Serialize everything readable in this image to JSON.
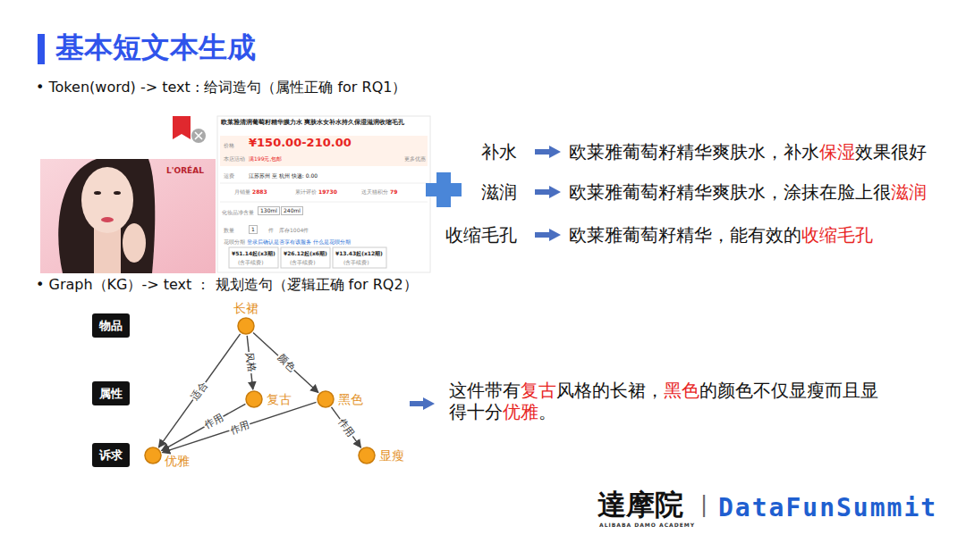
{
  "diagram": {
    "title": "基本短文本生成",
    "nodes": [
      {
        "text": [
          "物品"
        ]
      },
      {
        "text": [
          "长裙"
        ]
      },
      {
        "text": [
          "属性"
        ]
      },
      {
        "text": [
          "复古"
        ]
      },
      {
        "text": [
          "黑色"
        ]
      },
      {
        "text": [
          "诉求"
        ]
      },
      {
        "text": [
          "优雅"
        ]
      },
      {
        "text": [
          "显瘦"
        ]
      }
    ],
    "edges": [
      {
        "from": 1,
        "to": 3,
        "label": "风格",
        "arrow": "to"
      },
      {
        "from": 1,
        "to": 4,
        "label": "颜色",
        "arrow": "to"
      },
      {
        "from": 1,
        "to": 6,
        "label": "适合",
        "arrow": "to"
      },
      {
        "from": 3,
        "to": 6,
        "label": "作用",
        "arrow": "to"
      },
      {
        "from": 4,
        "to": 6,
        "label": "作用",
        "arrow": "to"
      },
      {
        "from": 4,
        "to": 7,
        "label": "作用",
        "arrow": "to"
      }
    ],
    "labels": [
      "• Token(word) -> text : 给词造句（属性正确 for RQ1）",
      "• Graph（KG）-> text ： 规划造句（逻辑正确 for RQ2）",
      "欧莱雅清润葡萄籽精华膜力水 爽肤水女补水持久保湿滋润收缩毛孔",
      "价格",
      "¥150.00-210.00",
      "本店活动",
      "满199元,包邮",
      "更多优惠",
      "运费",
      "江苏苏州 至 杭州 快递: 0.00",
      "月销量",
      "2883",
      "累计评价",
      "19730",
      "送天猫积分",
      "79",
      "化妆品净含量",
      "130ml",
      "240ml",
      "数量",
      "1",
      "件",
      "库存1004件",
      "花呗分期",
      "登录后确认是否享有该服务 什么是花呗分期",
      "¥51.14起(x3期)",
      "(含手续费)",
      "¥26.12起(x6期)",
      "(含手续费)",
      "¥13.43起(x12期)",
      "(含手续费)",
      "L'ORÉAL",
      "补水",
      "欧莱雅葡萄籽精华爽肤水，补水",
      "保湿",
      "效果很好",
      "滋润",
      "欧莱雅葡萄籽精华爽肤水，涂抹在脸上很",
      "滋润",
      "收缩毛孔",
      "欧莱雅葡萄籽精华，能有效的",
      "收缩毛孔",
      "这件带有",
      "复古",
      "风格的长裙，",
      "黑色",
      "的颜色不仅显瘦而且显得十分",
      "优雅",
      "。",
      "達摩院",
      "ALIBABA DAMO ACADEMY",
      "|",
      "DataFunSummit"
    ]
  }
}
